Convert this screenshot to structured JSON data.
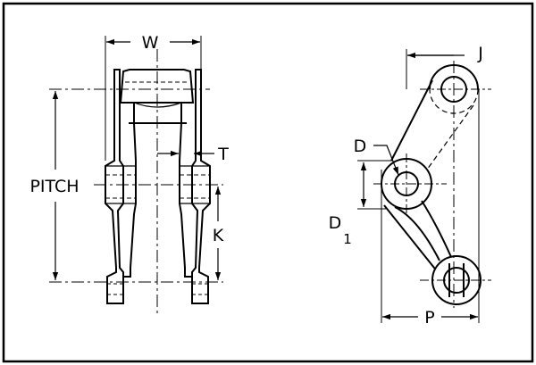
{
  "labels": {
    "w": "W",
    "pitch": "PITCH",
    "t": "T",
    "k": "K",
    "j": "J",
    "d": "D",
    "d1": "D",
    "d1_sub": "1",
    "p": "P"
  },
  "colors": {
    "line": "#000000",
    "background": "#ffffff"
  }
}
